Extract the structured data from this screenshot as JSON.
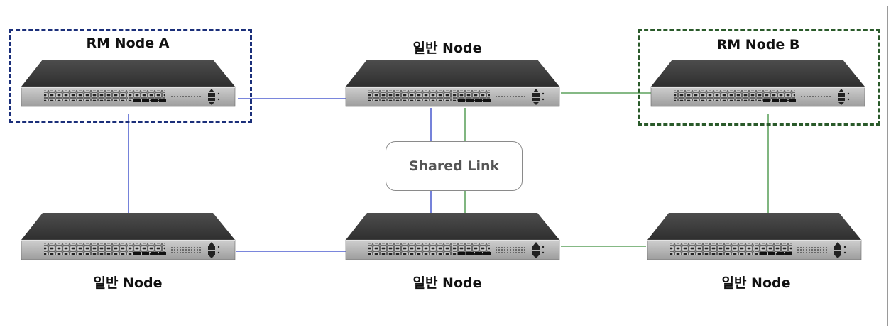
{
  "diagram": {
    "rm_node_a_label": "RM Node A",
    "rm_node_b_label": "RM Node B",
    "top_center_label": "일반 Node",
    "bottom_left_label": "일반 Node",
    "bottom_center_label": "일반 Node",
    "bottom_right_label": "일반 Node",
    "shared_link_label": "Shared Link"
  },
  "colors": {
    "ring_a": "#2b3fc6",
    "ring_b": "#3c8f3c",
    "rm_a_border": "#1b2f7a",
    "rm_b_border": "#2a5a2a"
  },
  "icons": {
    "switch": "network-switch-icon"
  }
}
